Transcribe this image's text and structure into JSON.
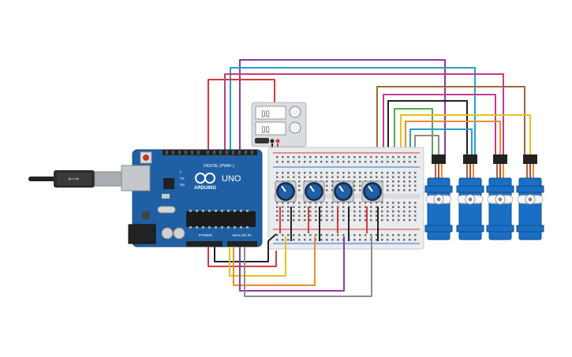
{
  "arduino": {
    "brand": "ARDUINO",
    "model": "UNO",
    "digital_label": "DIGITAL (PWM~)",
    "power_label": "POWER",
    "analog_label": "ANALOG IN",
    "tx_label": "TX",
    "rx_label": "RX",
    "l_label": "L",
    "board_color": "#1f5fa3"
  },
  "power_supply": {
    "display_color": "#d9dde1"
  },
  "breadboard": {
    "color": "#e9ebec"
  },
  "potentiometers": {
    "count": 4,
    "knob_color": "#1f5fa3"
  },
  "servos": {
    "count": 4,
    "body_color": "#1a6fc4"
  },
  "wire_colors": {
    "red": "#d63a3a",
    "purple": "#8e3aa6",
    "cyan": "#2a9fc9",
    "magenta": "#c63a8a",
    "brown": "#a0673a",
    "green": "#4cae4c",
    "yellow": "#e6c21f",
    "orange": "#e8902a",
    "gray": "#8c8c8c",
    "black": "#222222"
  }
}
